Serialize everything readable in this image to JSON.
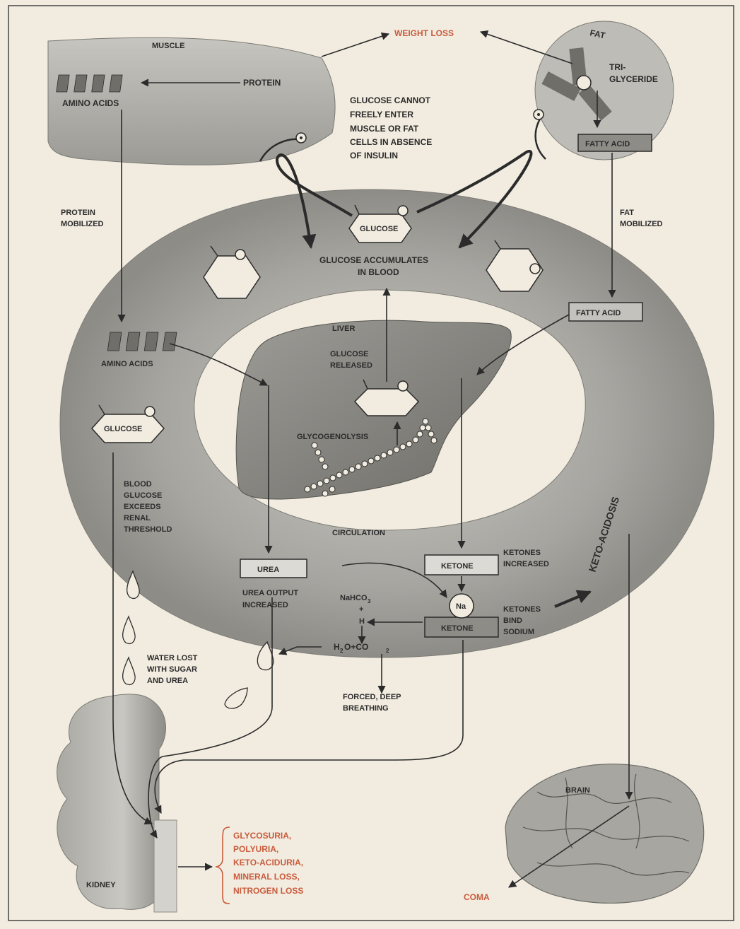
{
  "labels": {
    "weight_loss": "WEIGHT LOSS",
    "muscle": "MUSCLE",
    "protein": "PROTEIN",
    "amino_acids_top": "AMINO ACIDS",
    "fat": "FAT",
    "triglyceride_1": "TRI-",
    "triglyceride_2": "GLYCERIDE",
    "fatty_acid_top": "FATTY ACID",
    "glucose_cannot": [
      "GLUCOSE CANNOT",
      "FREELY ENTER",
      "MUSCLE OR FAT",
      "CELLS IN ABSENCE",
      "OF INSULIN"
    ],
    "protein_mobilized": [
      "PROTEIN",
      "MOBILIZED"
    ],
    "fat_mobilized": [
      "FAT",
      "MOBILIZED"
    ],
    "glucose_top": "GLUCOSE",
    "glucose_accumulates": [
      "GLUCOSE ACCUMULATES",
      "IN BLOOD"
    ],
    "fatty_acid_mid": "FATTY ACID",
    "liver": "LIVER",
    "glucose_released": [
      "GLUCOSE",
      "RELEASED"
    ],
    "glycogenolysis": "GLYCOGENOLYSIS",
    "amino_acids_mid": "AMINO ACIDS",
    "glucose_left": "GLUCOSE",
    "renal_threshold": [
      "BLOOD",
      "GLUCOSE",
      "EXCEEDS",
      "RENAL",
      "THRESHOLD"
    ],
    "circulation": "CIRCULATION",
    "keto_acidosis": "KETO-ACIDOSIS",
    "urea": "UREA",
    "urea_output": [
      "UREA OUTPUT",
      "INCREASED"
    ],
    "ketone_1": "KETONE",
    "ketones_increased": [
      "KETONES",
      "INCREASED"
    ],
    "nahco3": "NaHCO",
    "nahco3_sub": "3",
    "plus": "+",
    "h": "H",
    "na": "Na",
    "ketone_2": "KETONE",
    "ketones_bind": [
      "KETONES",
      "BIND",
      "SODIUM"
    ],
    "h2o_co2": "H",
    "h2o_co2_a": "2",
    "h2o_co2_b": "O+CO",
    "h2o_co2_c": "2",
    "water_lost": [
      "WATER LOST",
      "WITH SUGAR",
      "AND UREA"
    ],
    "forced_breathing": [
      "FORCED, DEEP",
      "BREATHING"
    ],
    "brain": "BRAIN",
    "kidney": "KIDNEY",
    "outcomes": [
      "GLYCOSURIA,",
      "POLYURIA,",
      "KETO-ACIDURIA,",
      "MINERAL LOSS,",
      "NITROGEN LOSS"
    ],
    "coma": "COMA"
  },
  "colors": {
    "accent_red": "#c95b3c",
    "ink": "#2b2b2b",
    "paper": "#f2ece0",
    "circulation_gray": "#9a9a96"
  }
}
